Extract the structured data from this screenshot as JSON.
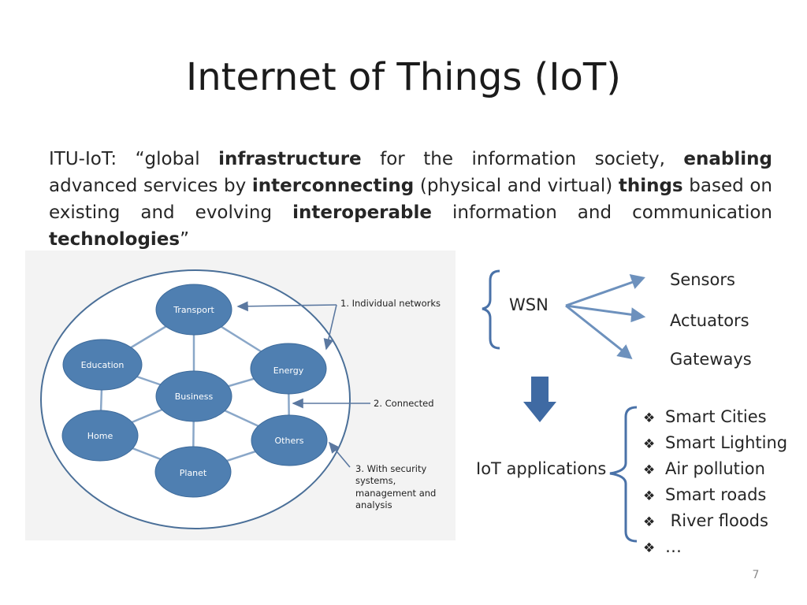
{
  "slide": {
    "title": "Internet of Things (IoT)",
    "definition": [
      {
        "t": "ITU-IoT: “global ",
        "b": false
      },
      {
        "t": "infrastructure",
        "b": true
      },
      {
        "t": " for the information society, ",
        "b": false
      },
      {
        "t": "enabling",
        "b": true
      },
      {
        "t": " advanced services by ",
        "b": false
      },
      {
        "t": "interconnecting",
        "b": true
      },
      {
        "t": " (physical and virtual) ",
        "b": false
      },
      {
        "t": "things",
        "b": true
      },
      {
        "t": " based on existing and evolving ",
        "b": false
      },
      {
        "t": "interoperable",
        "b": true
      },
      {
        "t": " information and communication ",
        "b": false
      },
      {
        "t": "technologies",
        "b": true
      },
      {
        "t": "”",
        "b": false
      }
    ],
    "page_number": "7"
  },
  "diagram": {
    "nodes": {
      "transport": "Transport",
      "education": "Education",
      "energy": "Energy",
      "business": "Business",
      "home": "Home",
      "others": "Others",
      "planet": "Planet"
    },
    "annotations": {
      "individual": "1. Individual networks",
      "connected": "2. Connected",
      "security": [
        "3. With security",
        "systems,",
        "management and",
        "analysis"
      ]
    },
    "colors": {
      "node": "#4f7fb1",
      "edge": "#8aa7c8",
      "ellipse": "#4a6f98",
      "arrow": "#4a72a8"
    }
  },
  "wsn": {
    "label": "WSN",
    "targets": [
      "Sensors",
      "Actuators",
      "Gateways"
    ]
  },
  "iot": {
    "label": "IoT applications",
    "bullet_icon": "diamond-bullet-icon",
    "bullet_glyph": "❖",
    "apps": [
      "Smart Cities",
      "Smart Lighting",
      "Air pollution",
      "Smart roads",
      " River floods",
      "…"
    ]
  }
}
